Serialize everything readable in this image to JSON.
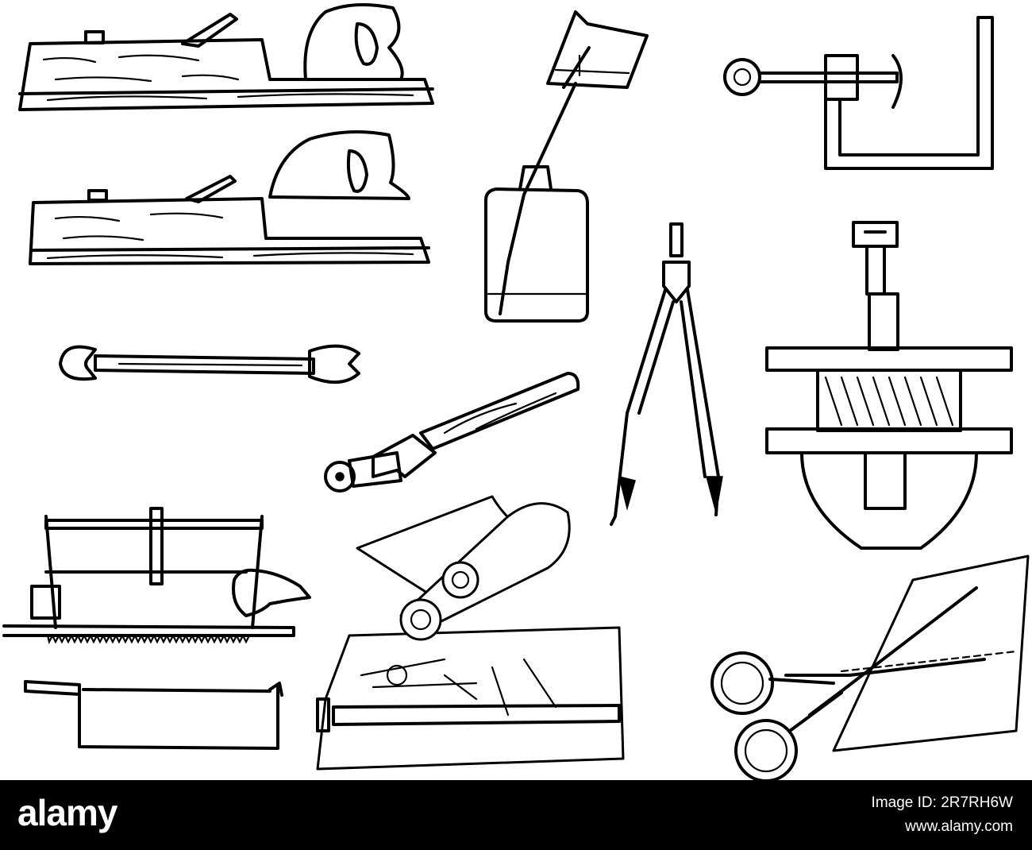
{
  "image": {
    "description": "Black and white engraving-style illustrations of vintage tools",
    "colors": {
      "background": "#ffffff",
      "ink": "#000000",
      "footer": "#000000",
      "footer_text": "#ffffff"
    }
  },
  "footer": {
    "brand": "alamy",
    "image_id": "Image ID: 2R7RH6W",
    "site": "www.alamy.com"
  }
}
